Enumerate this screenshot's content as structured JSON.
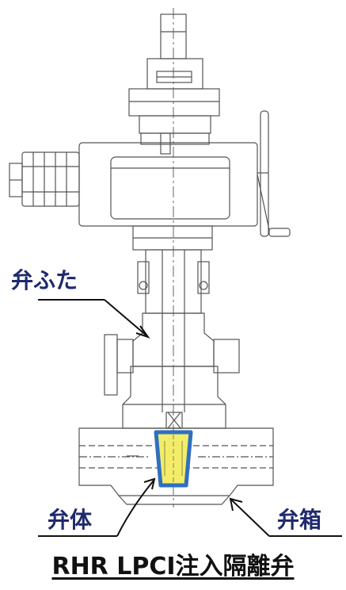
{
  "labels": {
    "bonnet": "弁ふた",
    "disc": "弁体",
    "body": "弁箱"
  },
  "caption": "RHR LPCI注入隔離弁",
  "colors": {
    "label_text": "#1f2a6e",
    "caption_text": "#111111",
    "drawing_line": "#555555",
    "highlight_fill": "#f2ec6a",
    "highlight_border": "#2f6fc0",
    "leader_line": "#111111"
  }
}
